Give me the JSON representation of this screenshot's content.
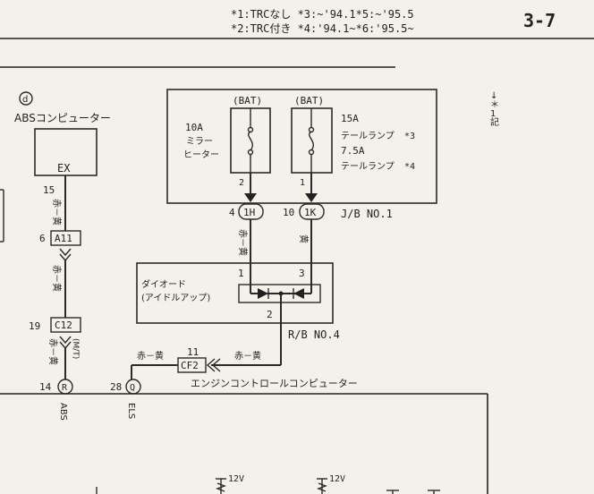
{
  "header": {
    "notes_line1": "*1:TRCなし *3:~'94.1*5:~'95.5",
    "notes_line2": "*2:TRC付き *4:'94.1~*6:'95.5~",
    "page_number": "3-7"
  },
  "side_marker": "↓\n＊\n1\n記",
  "abs_section": {
    "circle_label": "d",
    "title": "ABSコンピューター",
    "terminal": "EX",
    "pin_15": "15",
    "wire_color_1": "赤－黄",
    "conn_a11_pin": "6",
    "conn_a11": "A11",
    "wire_color_2": "赤－黄",
    "conn_c12_pin": "19",
    "conn_c12": "C12",
    "wire_color_3": "赤－黄",
    "wire_note": "(M/T)"
  },
  "fuse_box": {
    "bat_left": "(BAT)",
    "bat_right": "(BAT)",
    "fuse_left_rating": "10A",
    "fuse_left_name_1": "ミラー",
    "fuse_left_name_2": "ヒーター",
    "fuse_right_rating_1": "15A",
    "fuse_right_name_1": "テールランプ",
    "fuse_right_note_1": "*3",
    "fuse_right_rating_2": "7.5A",
    "fuse_right_name_2": "テールランプ",
    "fuse_right_note_2": "*4",
    "pin_left": "2",
    "pin_right": "1"
  },
  "jb": {
    "pin_left": "4",
    "conn_left": "1H",
    "pin_right": "10",
    "conn_right": "1K",
    "label": "J/B NO.1",
    "wire_left": "赤－黄",
    "wire_right": "黄"
  },
  "diode": {
    "title_1": "ダイオード",
    "title_2": "(アイドルアップ)",
    "pin_1": "1",
    "pin_3": "3",
    "pin_2": "2",
    "rb_label": "R/B NO.4",
    "wire_out": "赤－黄"
  },
  "cf2": {
    "pin": "11",
    "conn": "CF2",
    "wire_left": "赤－黄"
  },
  "engine_ecu": {
    "pin_abs": "14",
    "term_abs": "R",
    "pin_els": "28",
    "term_els": "Q",
    "title": "エンジンコントロールコンピューター",
    "label_abs": "ABS",
    "label_els": "ELS",
    "v1": "12V",
    "v2": "12V"
  }
}
